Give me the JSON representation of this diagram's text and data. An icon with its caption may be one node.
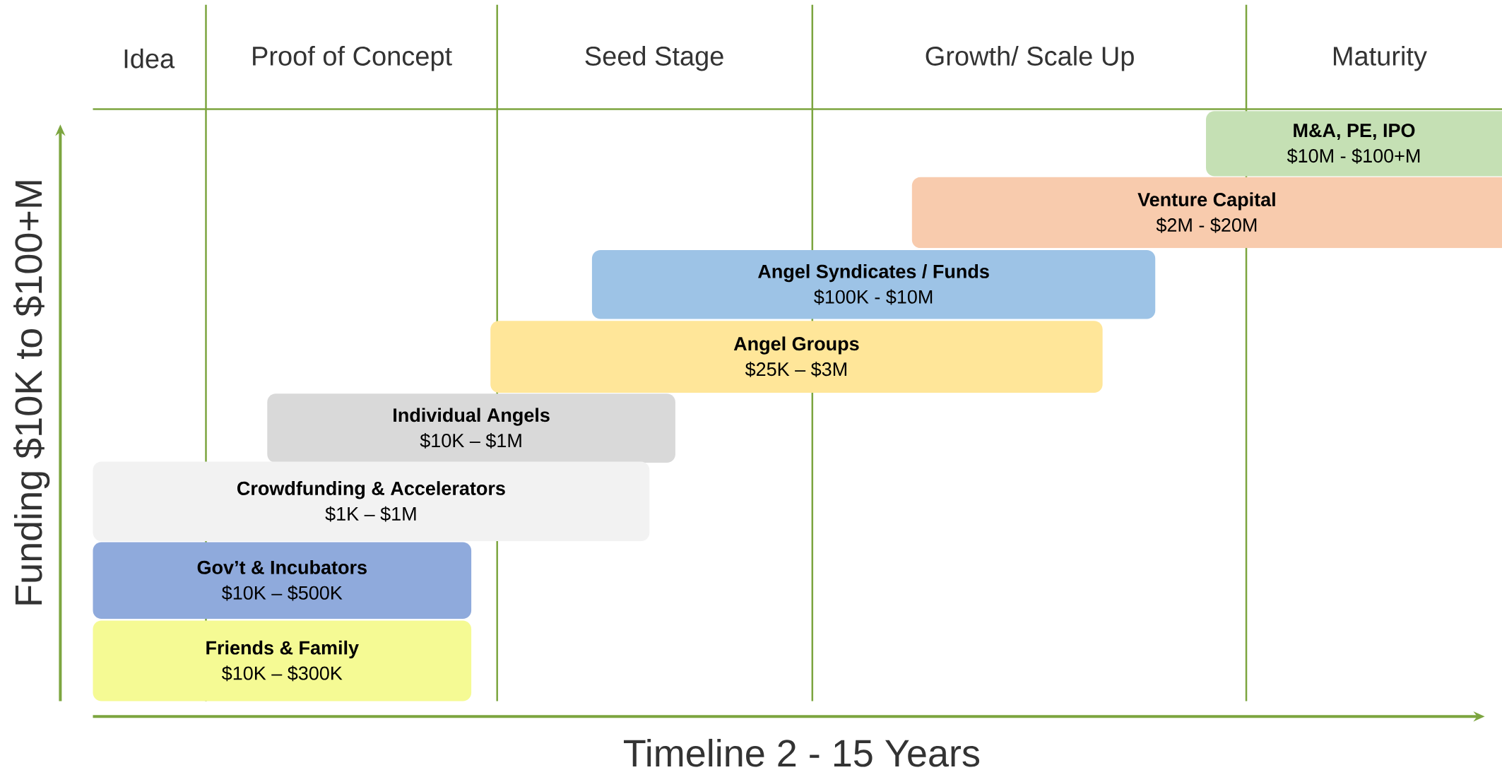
{
  "diagram": {
    "nodes": [
      {
        "text": [
          "M&A, PE, IPO",
          "$10M - $100+M"
        ]
      },
      {
        "text": [
          "Venture Capital",
          "$2M - $20M"
        ]
      },
      {
        "text": [
          "Angel Syndicates / Funds",
          "$100K - $10M"
        ]
      },
      {
        "text": [
          "Angel Groups",
          "$25K – $3M"
        ]
      },
      {
        "text": [
          "Individual Angels",
          "$10K – $1M"
        ]
      },
      {
        "text": [
          "Crowdfunding & Accelerators",
          "$1K – $1M"
        ]
      },
      {
        "text": [
          "Gov’t & Incubators",
          "$10K – $500K"
        ]
      },
      {
        "text": [
          "Friends & Family",
          "$10K – $300K"
        ]
      }
    ],
    "labels": [
      "Idea",
      "Proof of Concept",
      "Seed Stage",
      "Growth/ Scale Up",
      "Maturity",
      "Funding $10K to $100+M",
      "Timeline 2 - 15 Years"
    ]
  }
}
